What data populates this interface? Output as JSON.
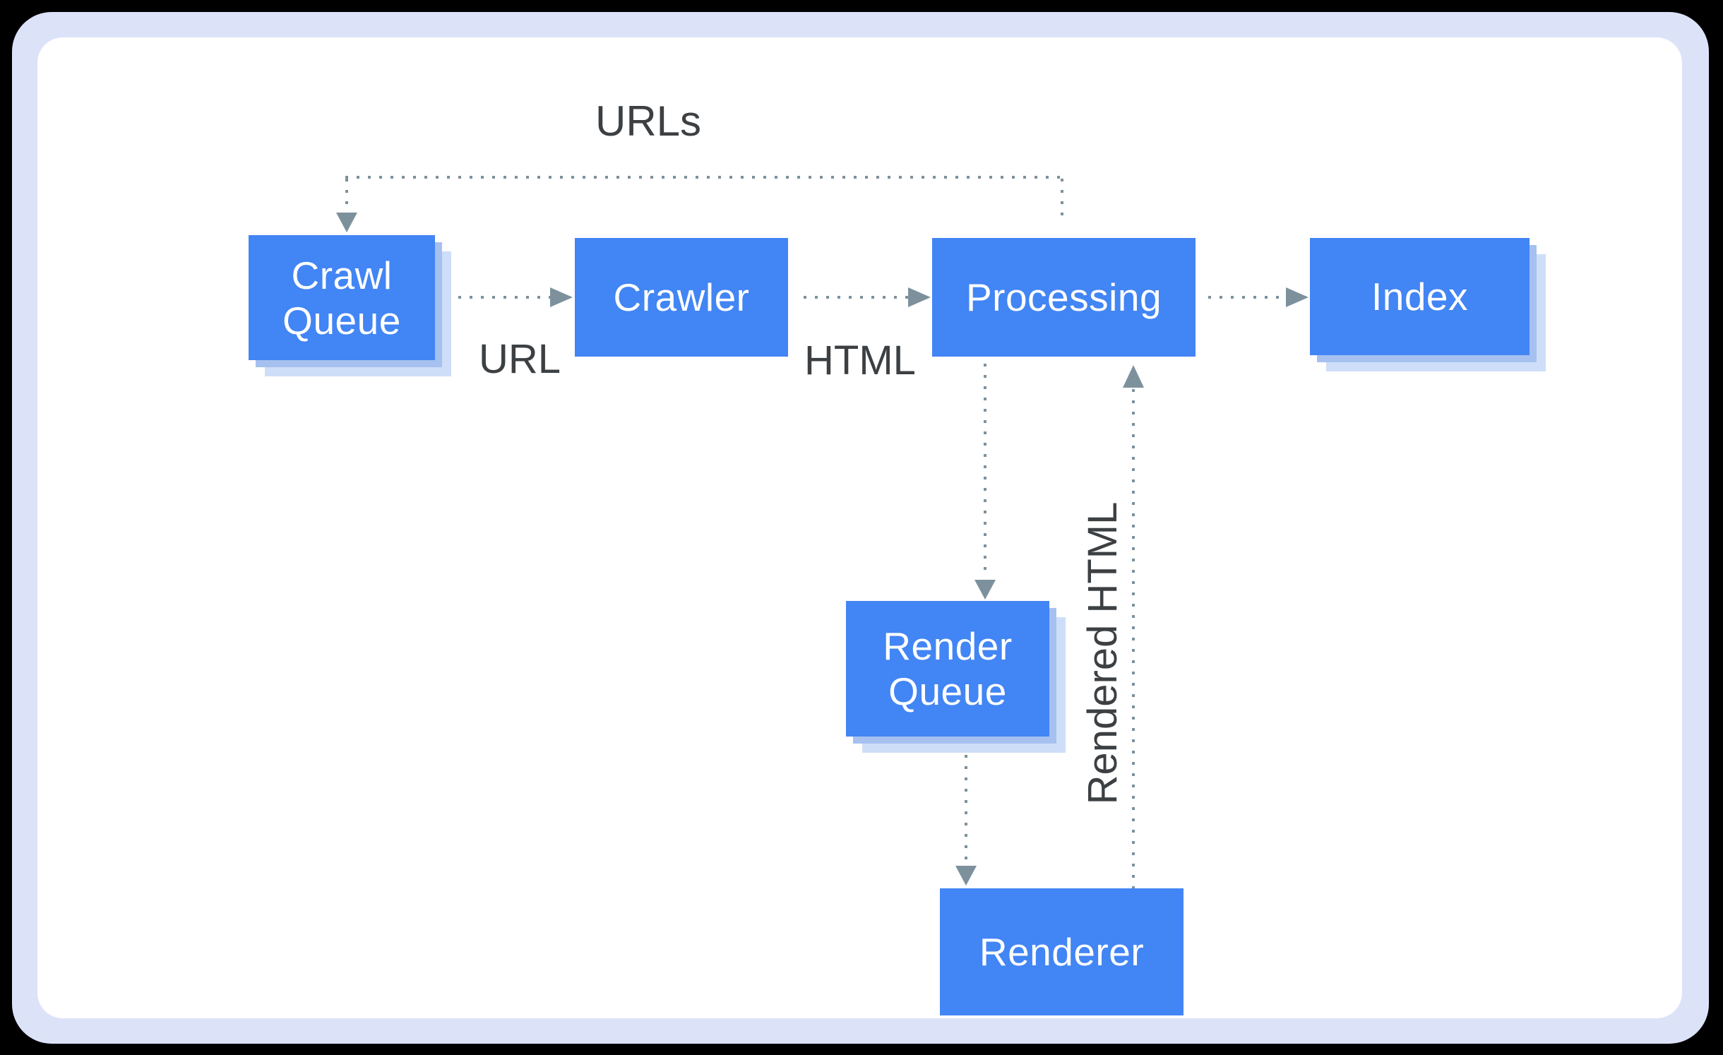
{
  "diagram": {
    "nodes": {
      "crawl_queue": "Crawl Queue",
      "crawler": "Crawler",
      "processing": "Processing",
      "index": "Index",
      "render_queue": "Render Queue",
      "renderer": "Renderer"
    },
    "edge_labels": {
      "urls": "URLs",
      "url": "URL",
      "html": "HTML",
      "rendered_html": "Rendered HTML"
    }
  },
  "colors": {
    "node_fill": "#4285F4",
    "node_text": "#FFFFFF",
    "shadow_inner": "#A6C1EF",
    "shadow_outer": "#CFDEF8",
    "connector": "#7D919D",
    "label_text": "#3C4043",
    "frame": "#DCE3F9",
    "canvas": "#FFFFFF",
    "background": "#000000"
  }
}
